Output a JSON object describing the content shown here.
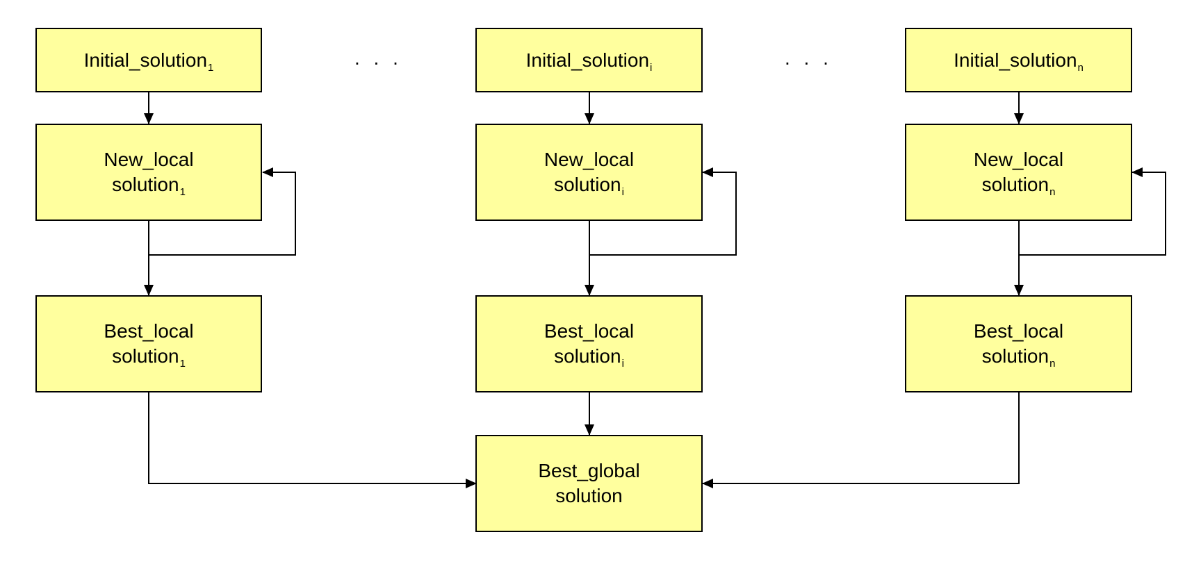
{
  "colors": {
    "box_fill": "#ffff9e",
    "stroke": "#000000"
  },
  "columns": [
    {
      "initial": {
        "text": "Initial_solution",
        "sub": "1"
      },
      "new_local": {
        "line1": "New_local",
        "line2": "solution",
        "sub": "1"
      },
      "best_local": {
        "line1": "Best_local",
        "line2": "solution",
        "sub": "1"
      }
    },
    {
      "initial": {
        "text": "Initial_solution",
        "sub": "i"
      },
      "new_local": {
        "line1": "New_local",
        "line2": "solution",
        "sub": "i"
      },
      "best_local": {
        "line1": "Best_local",
        "line2": "solution",
        "sub": "i"
      }
    },
    {
      "initial": {
        "text": "Initial_solution",
        "sub": "n"
      },
      "new_local": {
        "line1": "New_local",
        "line2": "solution",
        "sub": "n"
      },
      "best_local": {
        "line1": "Best_local",
        "line2": "solution",
        "sub": "n"
      }
    }
  ],
  "ellipsis": ". . .",
  "best_global": {
    "line1": "Best_global",
    "line2": "solution"
  }
}
